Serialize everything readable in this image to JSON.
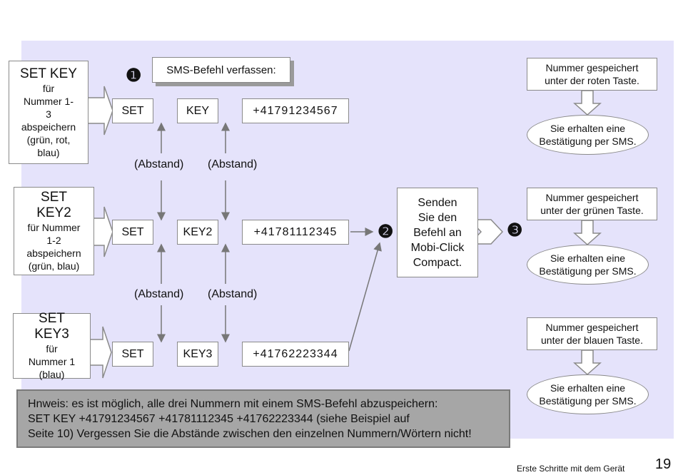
{
  "steps": {
    "one": "❶",
    "two": "❷",
    "three": "❸"
  },
  "compose_label": "SMS-Befehl verfassen:",
  "rows": [
    {
      "title": "SET KEY",
      "subtitle": "für\nNummer 1-\n3\nabspeichern\n(grün, rot,\nblau)",
      "cmd": "SET",
      "key": "KEY",
      "number": "+41791234567"
    },
    {
      "title": "SET\nKEY2",
      "subtitle": "für Nummer\n1-2\nabspeichern\n(grün, blau)",
      "cmd": "SET",
      "key": "KEY2",
      "number": "+41781112345"
    },
    {
      "title": "SET\nKEY3",
      "subtitle": "für\nNummer 1\n(blau)",
      "cmd": "SET",
      "key": "KEY3",
      "number": "+41762223344"
    }
  ],
  "spacing_label": "(Abstand)",
  "send_box": "Senden\nSie den\nBefehl an\nMobi-Click\nCompact.",
  "results": [
    {
      "saved": "Nummer gespeichert\nunter der roten Taste.",
      "confirm": "Sie erhalten eine\nBestätigung per SMS."
    },
    {
      "saved": "Nummer gespeichert\nunter der grünen Taste.",
      "confirm": "Sie erhalten eine\nBestätigung per SMS."
    },
    {
      "saved": "Nummer gespeichert\nunter der blauen Taste.",
      "confirm": "Sie erhalten eine\nBestätigung per SMS."
    }
  ],
  "hint": "Hnweis: es ist möglich, alle drei Nummern mit einem SMS-Befehl abzuspeichern:\nSET KEY +41791234567 +41781112345 +41762223344 (siehe Beispiel auf\nSeite 10) Vergessen Sie die Abstände zwischen den einzelnen Nummern/Wörtern nicht!",
  "footer": "Erste Schritte mit dem Gerät",
  "page_number": "19"
}
